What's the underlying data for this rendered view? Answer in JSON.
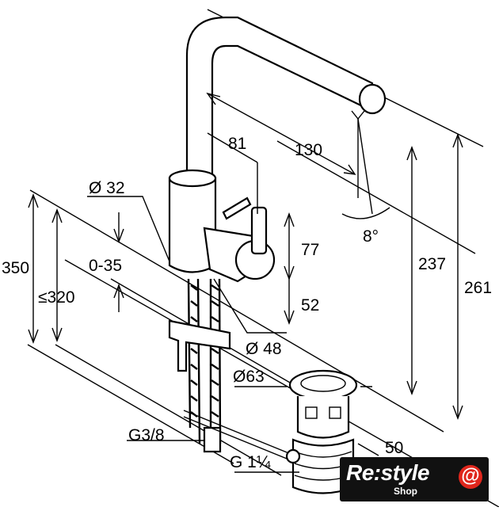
{
  "dimensions": {
    "spout_depth": "130",
    "lever_offset": "81",
    "body_diameter": "Ø 32",
    "spout_angle": "8°",
    "height_total": "261",
    "height_outlet": "237",
    "lever_height": "77",
    "base_height": "52",
    "adjust_range": "0-35",
    "overall_height": "350",
    "max_height": "≤320",
    "base_diameter": "Ø 48",
    "waste_diameter": "Ø63",
    "connection_thread": "G3/8",
    "waste_thread": "G 1¼",
    "waste_length": "50"
  },
  "logo": {
    "main": "Re:style",
    "sub": "Shop",
    "mark": "@"
  },
  "colors": {
    "line": "#000000",
    "background": "#ffffff",
    "logo_bg": "#111111",
    "logo_accent": "#e0261c"
  }
}
